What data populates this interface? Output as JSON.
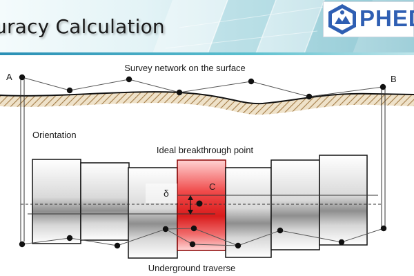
{
  "slide": {
    "title": "uracy Calculation",
    "logo_text": "PHED"
  },
  "diagram": {
    "label_a": "A",
    "label_b": "B",
    "surface_caption": "Survey network on the surface",
    "orientation_label": "Orientation",
    "breakthrough_caption": "Ideal breakthrough point",
    "point_c": "C",
    "delta_symbol": "δ",
    "underground_caption": "Underground traverse"
  },
  "colors": {
    "highlight_segment": "#e8262a",
    "ground_hatch": "#b08a55",
    "tunnel_shade": "#9a9a9a"
  }
}
